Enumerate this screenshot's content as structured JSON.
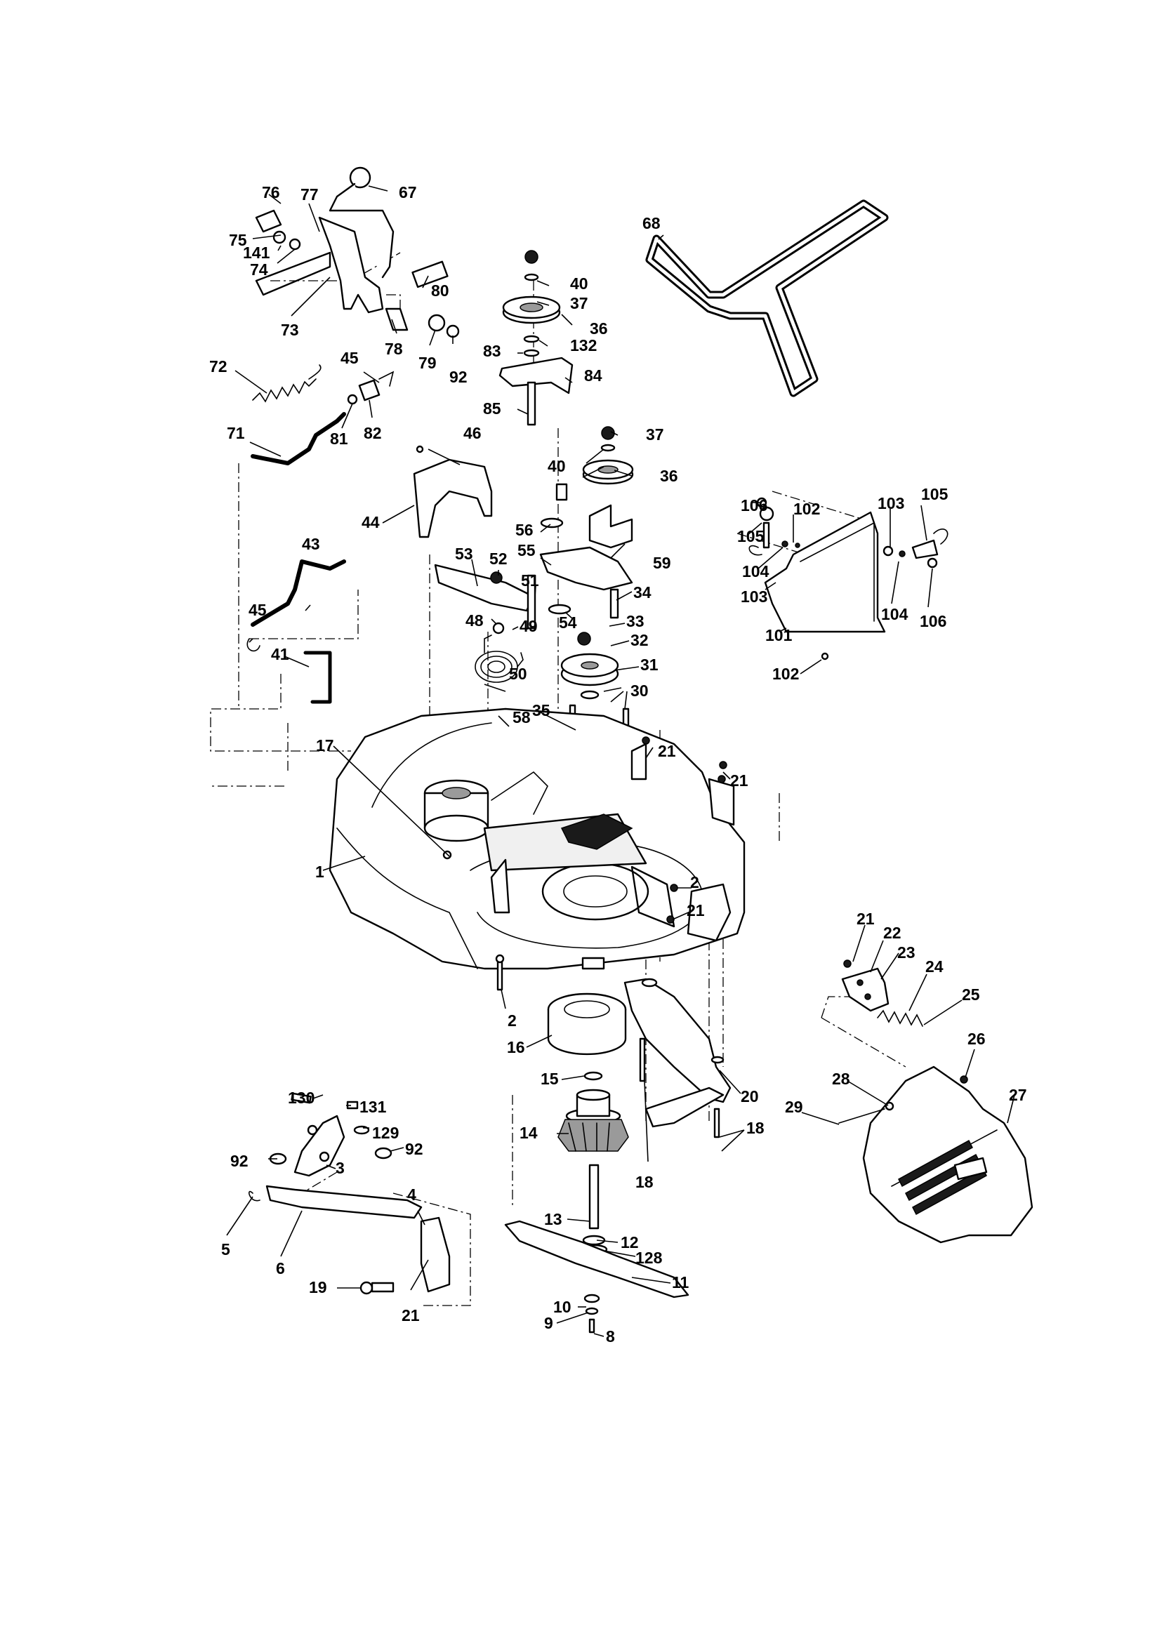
{
  "callouts": [
    "76",
    "77",
    "67",
    "75",
    "141",
    "74",
    "73",
    "80",
    "78",
    "79",
    "92",
    "72",
    "45",
    "81",
    "82",
    "71",
    "40",
    "37",
    "36",
    "83",
    "132",
    "84",
    "85",
    "68",
    "46",
    "44",
    "37",
    "40",
    "36",
    "56",
    "55",
    "59",
    "53",
    "52",
    "51",
    "34",
    "48",
    "49",
    "54",
    "33",
    "32",
    "31",
    "50",
    "58",
    "35",
    "30",
    "43",
    "45",
    "41",
    "106",
    "105",
    "102",
    "103",
    "105",
    "104",
    "103",
    "104",
    "106",
    "101",
    "102",
    "17",
    "21",
    "21",
    "1",
    "2",
    "21",
    "2",
    "21",
    "22",
    "23",
    "24",
    "25",
    "26",
    "16",
    "15",
    "20",
    "14",
    "18",
    "18",
    "28",
    "29",
    "27",
    "130",
    "131",
    "129",
    "92",
    "92",
    "3",
    "4",
    "5",
    "6",
    "19",
    "21",
    "13",
    "12",
    "128",
    "11",
    "10",
    "9",
    "8"
  ]
}
